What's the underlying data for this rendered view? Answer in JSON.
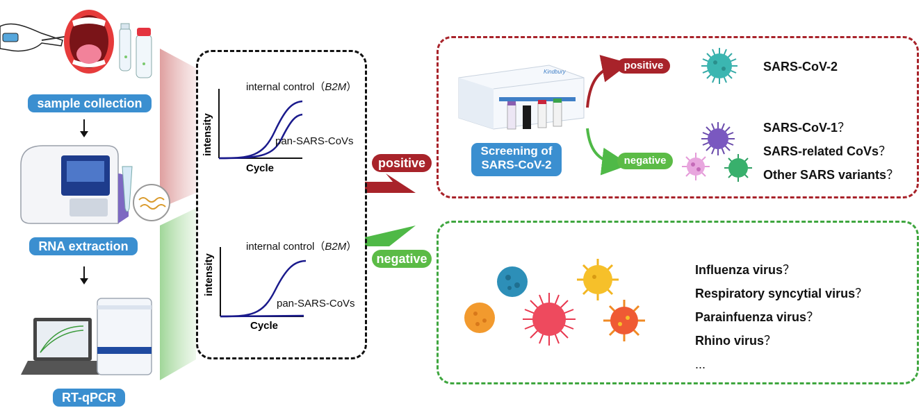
{
  "left_steps": {
    "sample_collection": "sample collection",
    "rna_extraction": "RNA extraction",
    "rt_qpcr": "RT-qPCR"
  },
  "charts": {
    "top": {
      "ylabel": "intensity",
      "xlabel": "Cycle",
      "control_prefix": "internal control（",
      "control_gene": "B2M",
      "control_suffix": "）",
      "target_label": "pan-SARS-CoVs"
    },
    "bottom": {
      "ylabel": "intensity",
      "xlabel": "Cycle",
      "control_prefix": "internal control（",
      "control_gene": "B2M",
      "control_suffix": "）",
      "target_label": "pan-SARS-CoVs"
    }
  },
  "chart_data": [
    {
      "type": "line",
      "xlabel": "Cycle",
      "ylabel": "intensity",
      "series": [
        {
          "name": "internal control (B2M)",
          "curve": "sigmoid",
          "present": true
        },
        {
          "name": "pan-SARS-CoVs",
          "curve": "sigmoid",
          "present": true
        }
      ]
    },
    {
      "type": "line",
      "xlabel": "Cycle",
      "ylabel": "intensity",
      "series": [
        {
          "name": "internal control (B2M)",
          "curve": "sigmoid",
          "present": true
        },
        {
          "name": "pan-SARS-CoVs",
          "curve": "flat",
          "present": false
        }
      ]
    }
  ],
  "branch": {
    "positive": "positive",
    "negative": "negative"
  },
  "top_panel": {
    "kit_brand": "Kindbury",
    "screening_line1": "Screening of",
    "screening_line2": "SARS-CoV-2",
    "positive": "positive",
    "negative": "negative",
    "positive_result": "SARS-CoV-2",
    "negative_results": [
      "SARS-CoV-1",
      "SARS-related CoVs",
      "Other SARS variants"
    ],
    "qmark": "？"
  },
  "bottom_panel": {
    "results": [
      "Influenza virus",
      "Respiratory syncytial virus",
      "Parainfuenza virus",
      "Rhino virus"
    ],
    "qmark": "？",
    "ellipsis": "..."
  },
  "colors": {
    "blue_pill": "#3b8fd0",
    "red": "#a8232a",
    "green": "#5bbb46",
    "curve": "#1a1a8c"
  }
}
